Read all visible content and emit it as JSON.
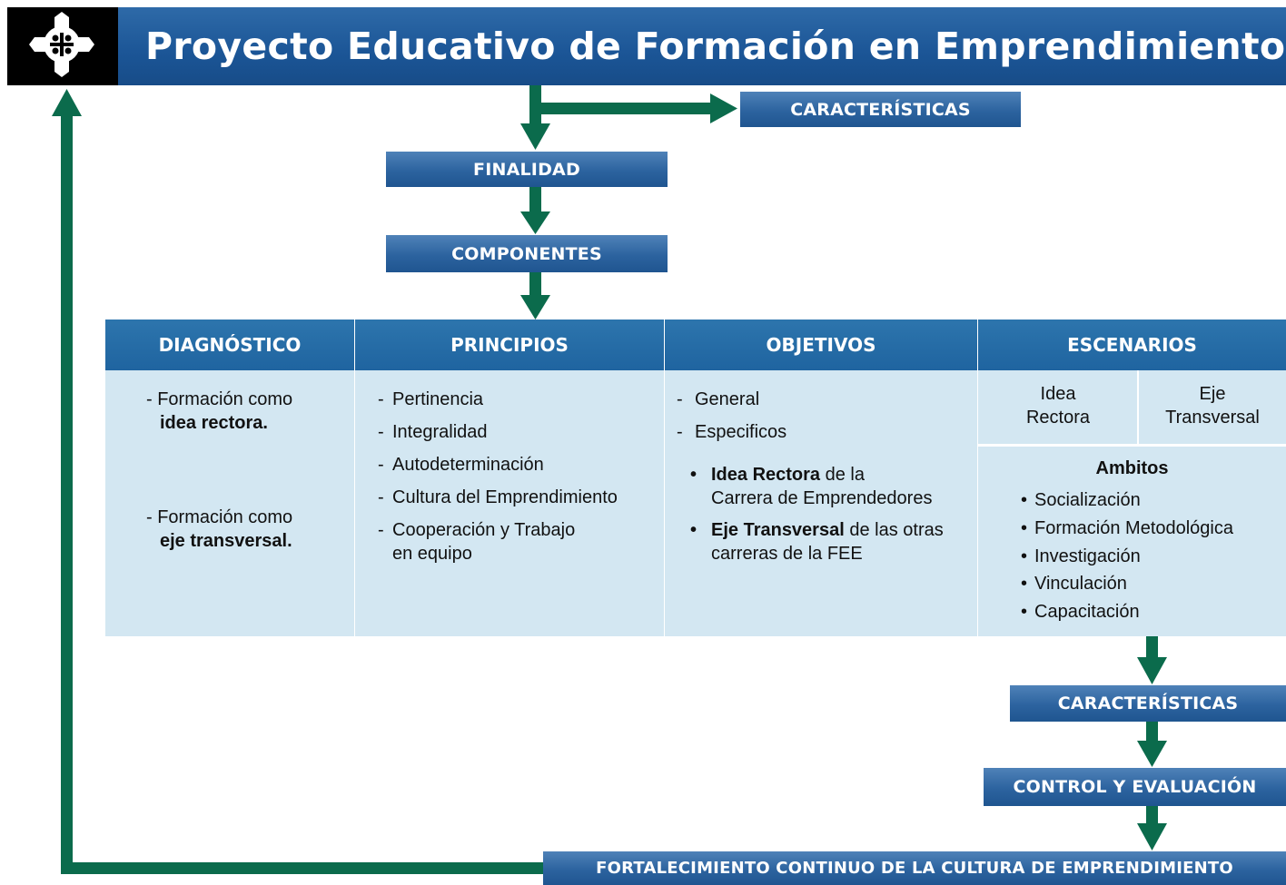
{
  "header": {
    "title": "Proyecto Educativo de Formación en Emprendimiento"
  },
  "boxes": {
    "caracteristicas_top": "CARACTERÍSTICAS",
    "finalidad": "FINALIDAD",
    "componentes": "COMPONENTES",
    "caracteristicas_bottom": "CARACTERÍSTICAS",
    "control": "CONTROL Y EVALUACIÓN",
    "fortalecimiento": "FORTALECIMIENTO CONTINUO DE LA CULTURA DE EMPRENDIMIENTO"
  },
  "columns": {
    "diagnostico": {
      "title": "DIAGNÓSTICO",
      "item1_line1": "- Formación como",
      "item1_line2": "idea rectora.",
      "item2_line1": "- Formación como",
      "item2_line2": "eje transversal."
    },
    "principios": {
      "title": "PRINCIPIOS",
      "items": [
        "Pertinencia",
        "Integralidad",
        "Autodeterminación",
        "Cultura del Emprendimiento",
        "Cooperación y Trabajo",
        "en equipo"
      ]
    },
    "objetivos": {
      "title": "OBJETIVOS",
      "general": "General",
      "especificos": "Especificos",
      "b1_bold": "Idea Rectora",
      "b1_rest": " de la",
      "b1_line2": "Carrera de Emprendedores",
      "b2_bold": "Eje Transversal",
      "b2_rest": " de las otras",
      "b2_line2": "carreras de la FEE"
    },
    "escenarios": {
      "title": "ESCENARIOS",
      "idea_l1": "Idea",
      "idea_l2": "Rectora",
      "eje_l1": "Eje",
      "eje_l2": "Transversal",
      "ambitos_title": "Ambitos",
      "ambitos": [
        "Socialización",
        "Formación Metodológica",
        "Investigación",
        "Vinculación",
        "Capacitación"
      ]
    }
  },
  "colors": {
    "arrow": "#0b6b4c",
    "box_blue": "#2c639f",
    "panel": "#d3e7f2",
    "title_bar": "#1b5596"
  },
  "icons": {
    "logo": "cross-logo-icon"
  }
}
